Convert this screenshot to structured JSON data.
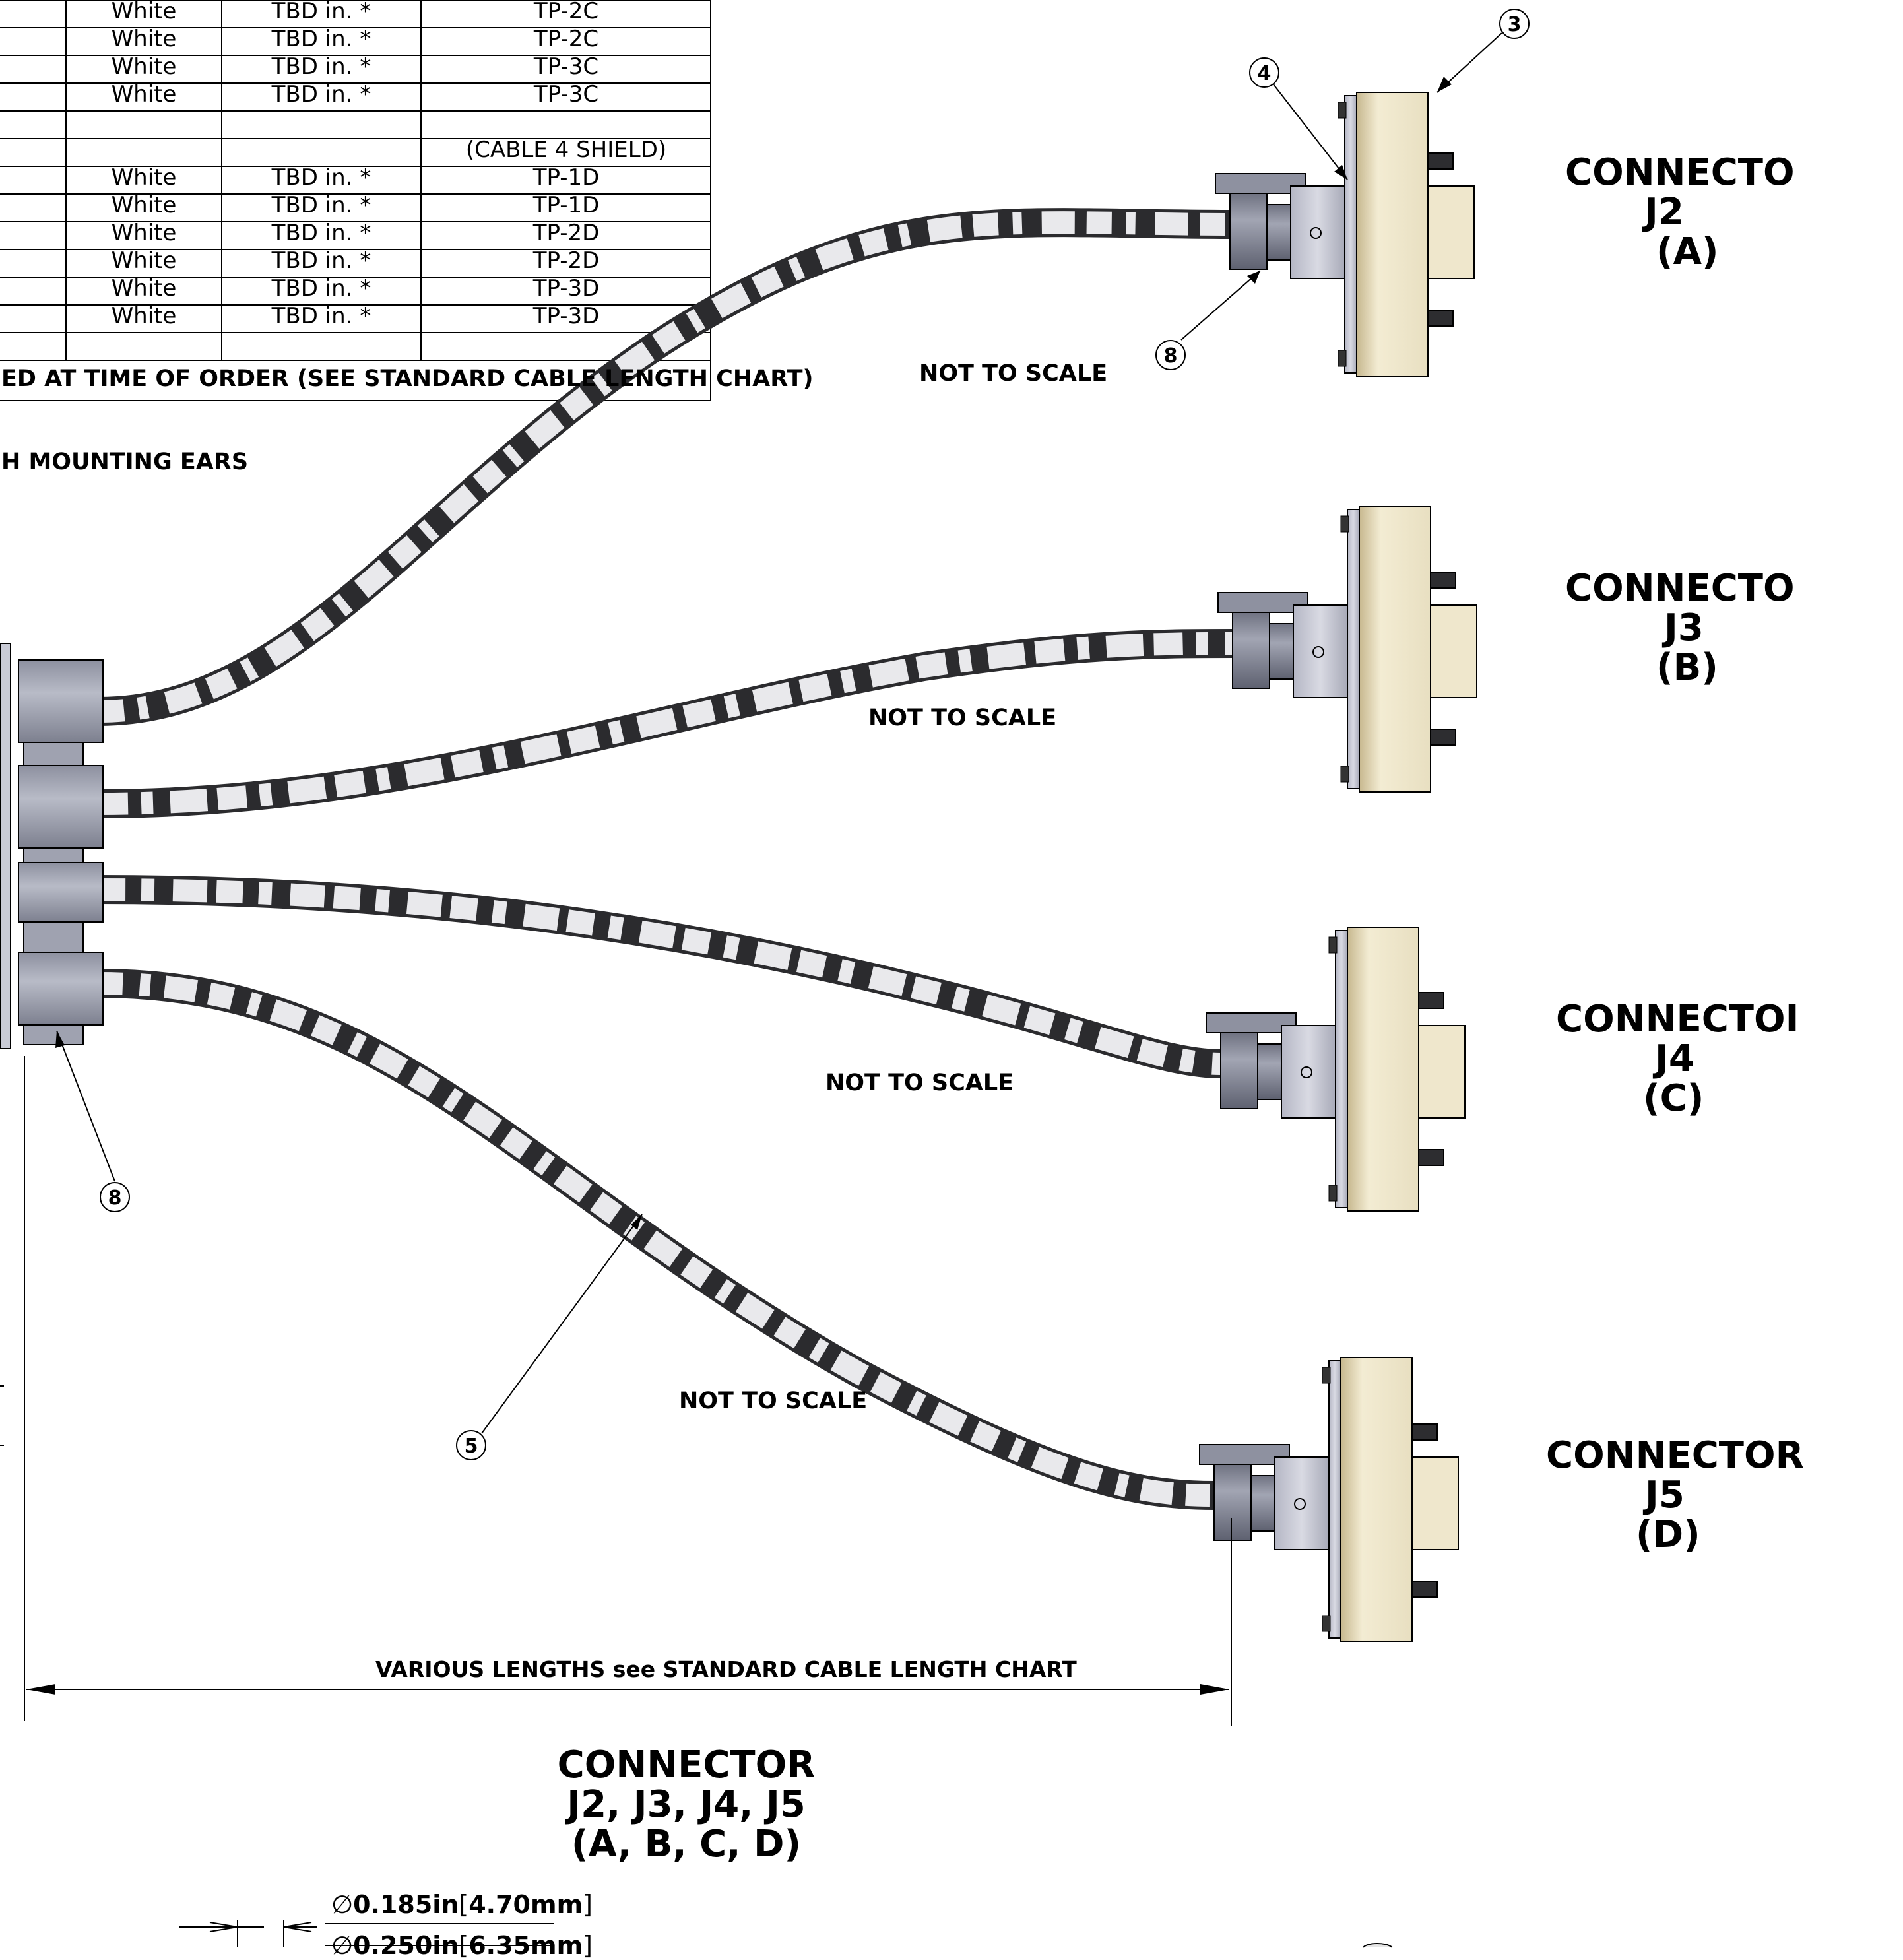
{
  "wire_table": {
    "rows": [
      {
        "color": "White",
        "length": "TBD in. *",
        "pin": "TP-2C"
      },
      {
        "color": "White",
        "length": "TBD in. *",
        "pin": "TP-2C"
      },
      {
        "color": "White",
        "length": "TBD in. *",
        "pin": "TP-3C"
      },
      {
        "color": "White",
        "length": "TBD in. *",
        "pin": "TP-3C"
      },
      {
        "color": "",
        "length": "",
        "pin": ""
      },
      {
        "color": "",
        "length": "",
        "pin": "(CABLE 4 SHIELD)"
      },
      {
        "color": "White",
        "length": "TBD in. *",
        "pin": "TP-1D"
      },
      {
        "color": "White",
        "length": "TBD in. *",
        "pin": "TP-1D"
      },
      {
        "color": "White",
        "length": "TBD in. *",
        "pin": "TP-2D"
      },
      {
        "color": "White",
        "length": "TBD in. *",
        "pin": "TP-2D"
      },
      {
        "color": "White",
        "length": "TBD in. *",
        "pin": "TP-3D"
      },
      {
        "color": "White",
        "length": "TBD in. *",
        "pin": "TP-3D"
      },
      {
        "color": "",
        "length": "",
        "pin": ""
      }
    ],
    "footnote": "ED AT TIME OF ORDER (SEE STANDARD CABLE LENGTH CHART)"
  },
  "notes": {
    "mounting": "H MOUNTING EARS",
    "not_to_scale": "NOT  TO SCALE",
    "dimension": "VARIOUS LENGTHS see STANDARD CABLE LENGTH CHART"
  },
  "connectors": [
    {
      "line1": "CONNECTO",
      "line2": "J2",
      "line3": "(A)"
    },
    {
      "line1": "CONNECTO",
      "line2": "J3",
      "line3": "(B)"
    },
    {
      "line1": "CONNECTOI",
      "line2": "J4",
      "line3": "(C)"
    },
    {
      "line1": "CONNECTOR",
      "line2": "J5",
      "line3": "(D)"
    }
  ],
  "connector_summary": {
    "line1": "CONNECTOR",
    "line2": "J2, J3, J4, J5",
    "line3": "(A,  B,  C,  D)"
  },
  "balloons": {
    "b3": "3",
    "b4": "4",
    "b8_top": "8",
    "b8_left": "8",
    "b5": "5"
  },
  "detail_dims": {
    "diameter_symbol": "∅",
    "d1_in": "0.185in",
    "d1_mm": "4.70mm",
    "d2_in": "0.250in",
    "d2_mm": "6.35mm"
  },
  "colors": {
    "ink": "#000000",
    "connector_beige": "#efe7cc",
    "connector_gold": "#bfb089",
    "plate_gray": "#c8cad6",
    "boot_gray": "#878a98",
    "boot_dark": "#5d6070",
    "cable_dark": "#2b2b2e",
    "cable_light": "#e9e9ec"
  }
}
